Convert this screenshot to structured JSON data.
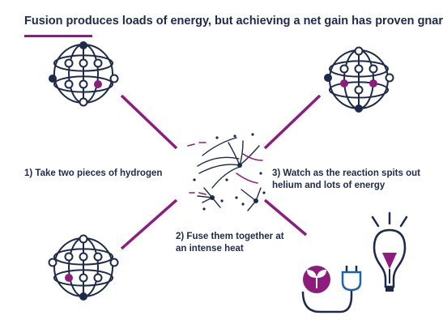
{
  "title": "Fusion produces loads of energy, but achieving a net gain has proven gnarly",
  "steps": [
    {
      "number": 1,
      "label": "1) Take two pieces of hydrogen"
    },
    {
      "number": 2,
      "label": "2) Fuse them together at an intense heat"
    },
    {
      "number": 3,
      "label": "3) Watch as the reaction spits out helium and lots of energy"
    }
  ],
  "atoms": [
    {
      "name": "hydrogen-atom-top-left",
      "nucleus": "hydrogen"
    },
    {
      "name": "hydrogen-atom-bottom-left",
      "nucleus": "hydrogen"
    },
    {
      "name": "helium-atom-top-right",
      "nucleus": "helium"
    }
  ],
  "icons": [
    "plant-icon",
    "plug-icon",
    "light-bulb-icon"
  ],
  "colors": {
    "navy": "#1e2a4a",
    "magenta": "#8c1d7d",
    "blue": "#1b63ad",
    "accent_rule": "#8c1d7d",
    "bulb_fill": "#8c1d7d"
  }
}
